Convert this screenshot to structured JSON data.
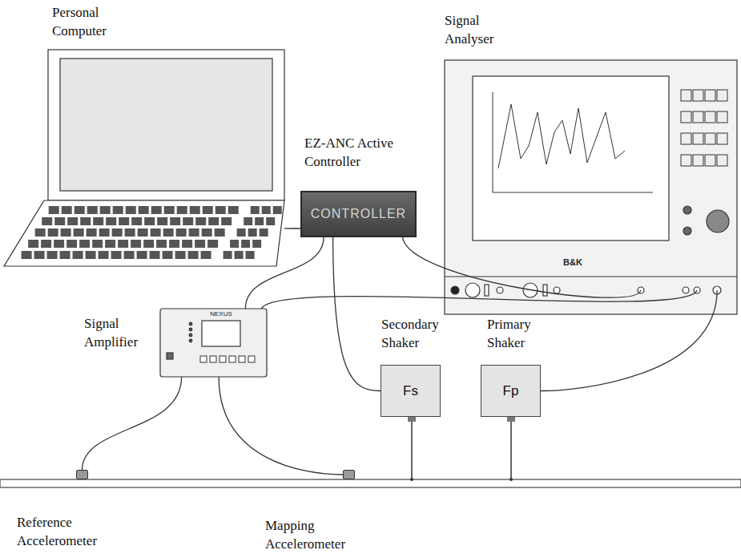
{
  "diagram": {
    "nodes": [
      {
        "text": [
          "Personal Computer"
        ]
      },
      {
        "text": [
          "Signal Analyser",
          "B&K"
        ]
      },
      {
        "text": [
          "EZ-ANC Active Controller",
          "CONTROLLER"
        ]
      },
      {
        "text": [
          "Signal Amplifier",
          "NEXUS"
        ]
      },
      {
        "text": [
          "Secondary Shaker",
          "Fs"
        ]
      },
      {
        "text": [
          "Primary Shaker",
          "Fp"
        ]
      },
      {
        "text": [
          "Reference Accelerometer"
        ]
      },
      {
        "text": [
          "Mapping Accelerometer"
        ]
      }
    ],
    "edges": [
      {
        "from": 0,
        "to": 2,
        "arrow": "none"
      },
      {
        "from": 2,
        "to": 3,
        "arrow": "none"
      },
      {
        "from": 2,
        "to": 4,
        "arrow": "none"
      },
      {
        "from": 2,
        "to": 1,
        "arrow": "none"
      },
      {
        "from": 3,
        "to": 1,
        "arrow": "none"
      },
      {
        "from": 1,
        "to": 5,
        "arrow": "none"
      },
      {
        "from": 3,
        "to": 6,
        "arrow": "none"
      },
      {
        "from": 3,
        "to": 7,
        "arrow": "none"
      }
    ]
  }
}
